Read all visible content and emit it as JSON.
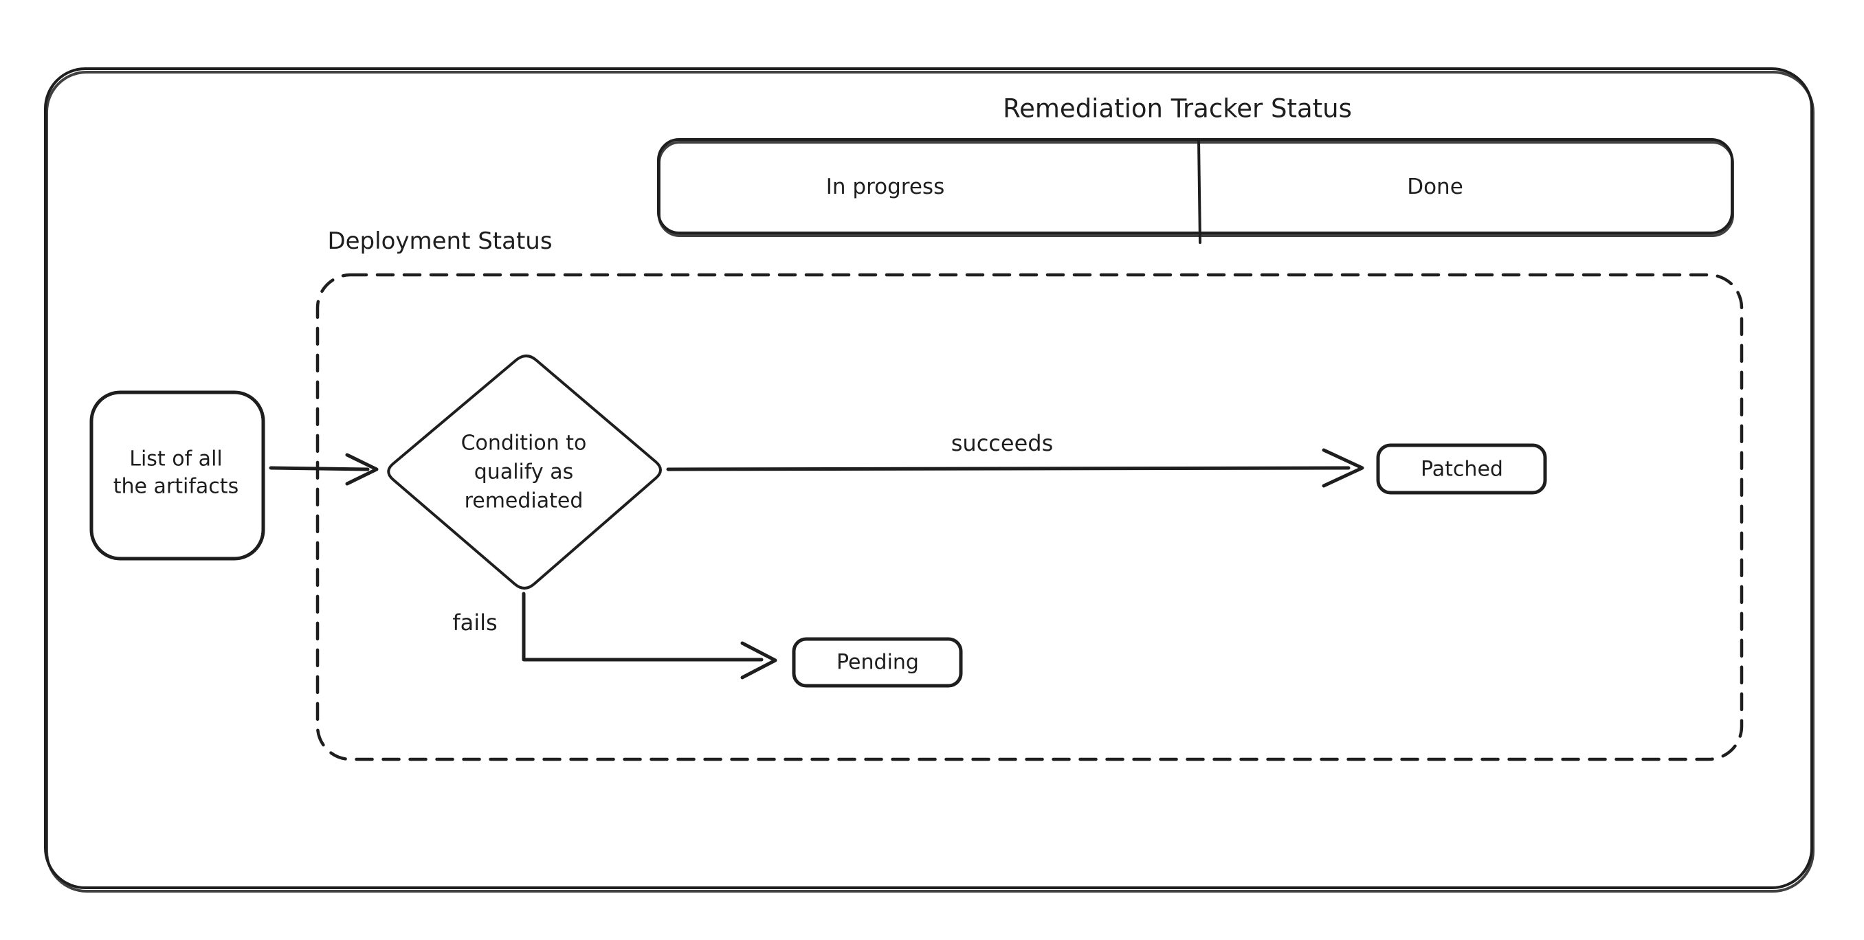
{
  "canvas": {
    "background": "#ffffff",
    "ink": "#1e1e1e"
  },
  "tracker": {
    "title": "Remediation Tracker Status",
    "columns": [
      {
        "label": "In progress"
      },
      {
        "label": "Done"
      }
    ]
  },
  "deployment_zone": {
    "title": "Deployment Status"
  },
  "nodes": {
    "artifacts": {
      "lines": [
        "List of all",
        "the artifacts"
      ]
    },
    "condition": {
      "lines": [
        "Condition to",
        "qualify as",
        "remediated"
      ]
    },
    "patched": {
      "label": "Patched"
    },
    "pending": {
      "label": "Pending"
    }
  },
  "edges": {
    "succeeds": {
      "label": "succeeds"
    },
    "fails": {
      "label": "fails"
    }
  }
}
